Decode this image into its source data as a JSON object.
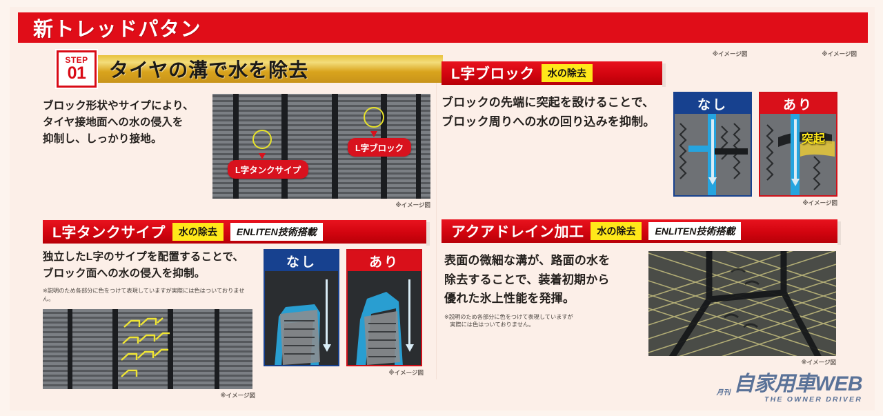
{
  "banner": {
    "title": "新トレッドパタン"
  },
  "step": {
    "word": "STEP",
    "number": "01",
    "title": "タイヤの溝で水を除去",
    "body": "ブロック形状やサイプにより、タイヤ接地面への水の侵入を抑制し、しっかり接地。",
    "body_lines": [
      "ブロック形状やサイプにより、",
      "タイヤ接地面への水の侵入を",
      "抑制し、しっかり接地。"
    ],
    "photo_caption": "※イメージ図",
    "callouts": [
      {
        "label": "L字タンクサイプ"
      },
      {
        "label": "L字ブロック"
      }
    ]
  },
  "sections": {
    "tank_sipe": {
      "title": "L字タンクサイプ",
      "badge_water": "水の除去",
      "badge_enliten": "ENLITEN技術搭載",
      "body_lines": [
        "独立したL字のサイプを配置することで、",
        "ブロック面への水の侵入を抑制。"
      ],
      "note_lines": [
        "※説明のため各部分に色をつけて表現していますが実際には色はついておりません。"
      ],
      "photo_caption": "※イメージ図",
      "compare_caption": "※イメージ図",
      "compare": {
        "none_label": "なし",
        "yes_label": "あり"
      }
    },
    "l_block": {
      "title": "L字ブロック",
      "badge_water": "水の除去",
      "body_lines": [
        "ブロックの先端に突起を設けることで、",
        "ブロック周りへの水の回り込みを抑制。"
      ],
      "caption_none_top": "※イメージ図",
      "caption_yes_top": "※イメージ図",
      "compare_caption": "※イメージ図",
      "compare": {
        "none_label": "なし",
        "yes_label": "あり",
        "protrusion_label": "突起"
      }
    },
    "aqua_drain": {
      "title": "アクアドレイン加工",
      "badge_water": "水の除去",
      "badge_enliten": "ENLITEN技術搭載",
      "body_lines": [
        "表面の微細な溝が、路面の水を",
        "除去することで、装着初期から",
        "優れた氷上性能を発揮。"
      ],
      "note_lines": [
        "※説明のため各部分に色をつけて表現していますが",
        "　実際には色はついておりません。"
      ],
      "photo_caption": "※イメージ図"
    }
  },
  "logo": {
    "prefix": "月刊",
    "name": "自家用車WEB",
    "tagline": "THE OWNER DRIVER"
  },
  "colors": {
    "brand_red": "#d2040f",
    "gold": "#d9a41d",
    "badge_yellow": "#ffe81a",
    "panel_blue": "#17418f",
    "panel_red": "#d9101a",
    "background": "#fcefe8",
    "logo_blue": "#5a7298"
  }
}
